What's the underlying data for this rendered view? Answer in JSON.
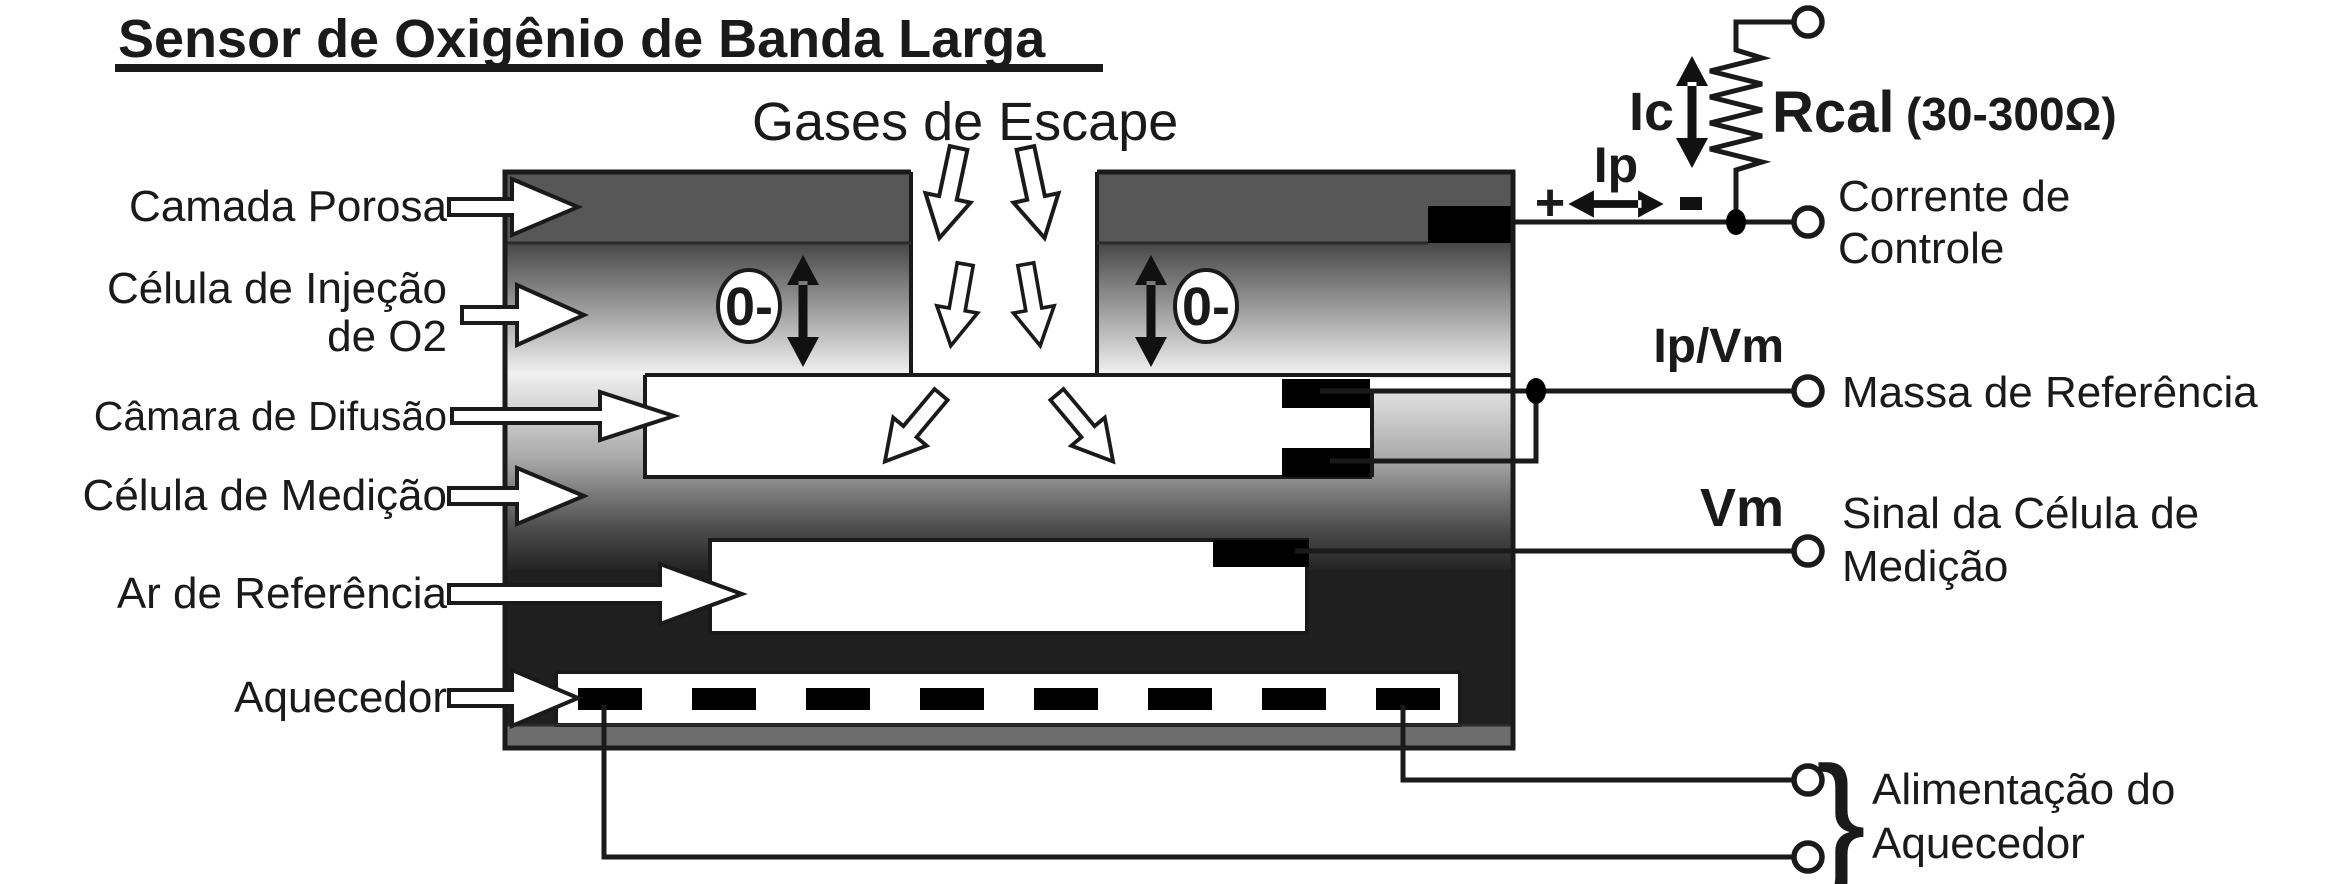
{
  "title": "Sensor de Oxigênio de Banda Larga",
  "gases_label": "Gases de Escape",
  "layers": {
    "camada_porosa": "Camada Porosa",
    "celula_injecao_1": "Célula de Injeção",
    "celula_injecao_2": "de O2",
    "camara_difusao": "Câmara de Difusão",
    "celula_medicao": "Célula de Medição",
    "ar_referencia": "Ar de Referência",
    "aquecedor": "Aquecedor"
  },
  "ion_label": "0-",
  "circuit": {
    "ic": "Ic",
    "ip": "Ip",
    "rcal": "Rcal",
    "rcal_range": "(30-300Ω)",
    "plus": "+",
    "minus": "-",
    "ip_vm": "Ip/Vm",
    "vm": "Vm",
    "brace": "}"
  },
  "terminals": {
    "corrente_1": "Corrente de",
    "corrente_2": "Controle",
    "massa": "Massa de Referência",
    "sinal_1": "Sinal da Célula de",
    "sinal_2": "Medição",
    "alimentacao_1": "Alimentação do",
    "alimentacao_2": "Aquecedor"
  },
  "colors": {
    "porous_gray": "#575757",
    "gradient_dark": "#474747",
    "gradient_light": "#f2f2f2",
    "substrate_black": "#1f1f1f",
    "base_gray": "#6d6d6d",
    "electrode_black": "#000000",
    "cavity_white": "#ffffff",
    "line_black": "#1a1a1a"
  }
}
